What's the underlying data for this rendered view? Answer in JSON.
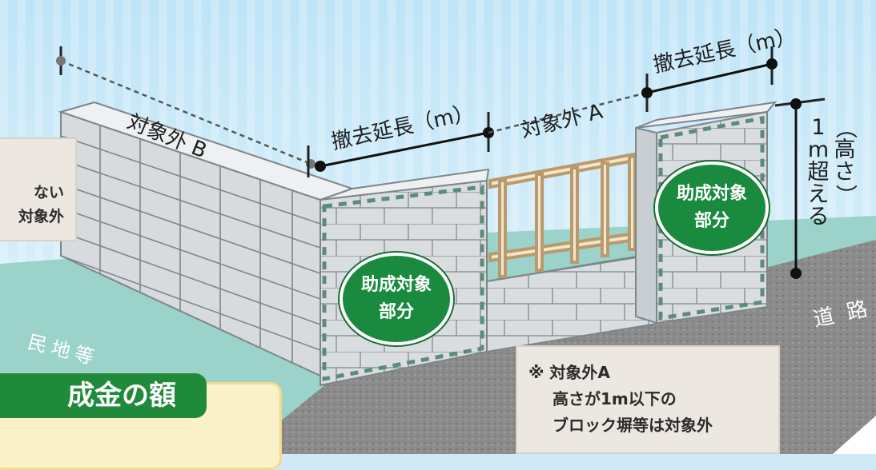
{
  "labels": {
    "out_of_scope_b": "対象外 B",
    "removal_length_1": "撤去延長（m）",
    "out_of_scope_a": "対象外 A",
    "removal_length_2": "撤去延長（m）",
    "height_paren_open": "（",
    "height_chars": [
      "高",
      "さ"
    ],
    "height_paren_close": "）",
    "over_1m_chars": [
      "1",
      "m",
      "超",
      "え",
      "る"
    ],
    "private_land": "民地等",
    "road": "道 路"
  },
  "badges": [
    {
      "line1": "助成対象",
      "line2": "部分"
    },
    {
      "line1": "助成対象",
      "line2": "部分"
    }
  ],
  "note_left": {
    "line1": "ない",
    "line2": "対象外"
  },
  "note_right": {
    "line1": "※ 対象外A",
    "line2": "高さが1m以下の",
    "line3": "ブロック塀等は対象外"
  },
  "section_title": "成金の額",
  "colors": {
    "badge_green": "#1a8a3e",
    "title_green": "#1f8a3a",
    "sky": "#cfe9f7",
    "road": "#8a8a8a"
  }
}
